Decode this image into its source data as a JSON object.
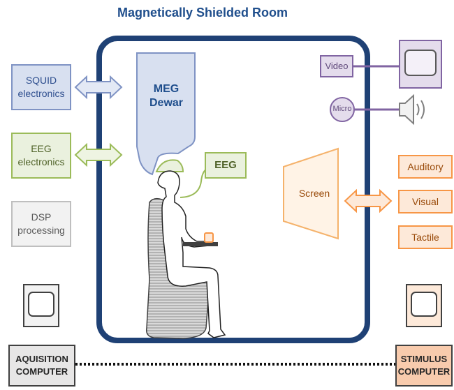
{
  "title": "Magnetically Shielded Room",
  "left_boxes": {
    "squid": "SQUID\nelectronics",
    "eeg": "EEG\nelectronics",
    "dsp": "DSP\nprocessing"
  },
  "meg_dewar": "MEG\nDewar",
  "eeg_label": "EEG",
  "video": "Video",
  "micro": "Micro",
  "screen": "Screen",
  "stimuli": [
    "Auditory",
    "Visual",
    "Tactile"
  ],
  "acquisition_computer": "AQUISITION\nCOMPUTER",
  "stimulus_computer": "STIMULUS\nCOMPUTER",
  "colors": {
    "title": "#1f4e8c",
    "room_border": "#1f4175",
    "squid_fill": "#d8e0f0",
    "squid_border": "#7f93c4",
    "squid_text": "#2f4f8f",
    "eeg_fill": "#eaf1de",
    "eeg_border": "#9bbb59",
    "eeg_text": "#4f6228",
    "dsp_fill": "#f2f2f2",
    "dsp_border": "#bfbfbf",
    "dsp_text": "#595959",
    "video_fill": "#e4dcec",
    "video_border": "#8064a2",
    "video_text": "#5f497a",
    "stim_fill": "#fde9d9",
    "stim_border": "#f79646",
    "stim_text": "#984807",
    "computer_left_fill": "#e7e6e6",
    "computer_right_fill": "#f8cbad"
  }
}
